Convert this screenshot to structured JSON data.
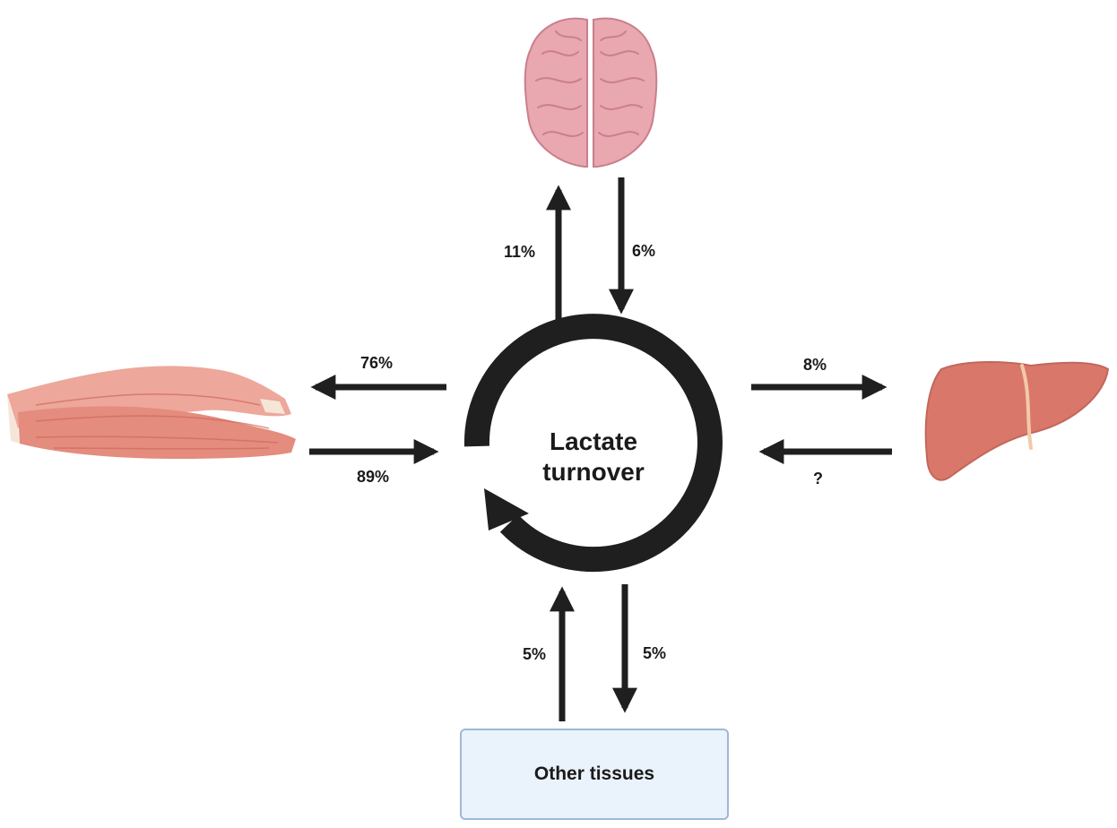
{
  "center": {
    "line1": "Lactate",
    "line2": "turnover"
  },
  "flows": {
    "to_brain": "11%",
    "from_brain": "6%",
    "to_muscle": "76%",
    "from_muscle": "89%",
    "to_liver": "8%",
    "from_liver": "?",
    "from_other": "5%",
    "to_other": "5%"
  },
  "other_box": {
    "label": "Other tissues"
  },
  "icons": {
    "brain": "brain-icon",
    "muscle": "muscle-icon",
    "liver": "liver-icon",
    "cycle": "cycle-arrow-icon"
  },
  "colors": {
    "arrow": "#1f1f1f",
    "brain": "#e9a7b0",
    "muscle": "#e89486",
    "liver": "#d9776a",
    "box_fill": "#eaf2fb",
    "box_border": "#9fb8d9"
  }
}
